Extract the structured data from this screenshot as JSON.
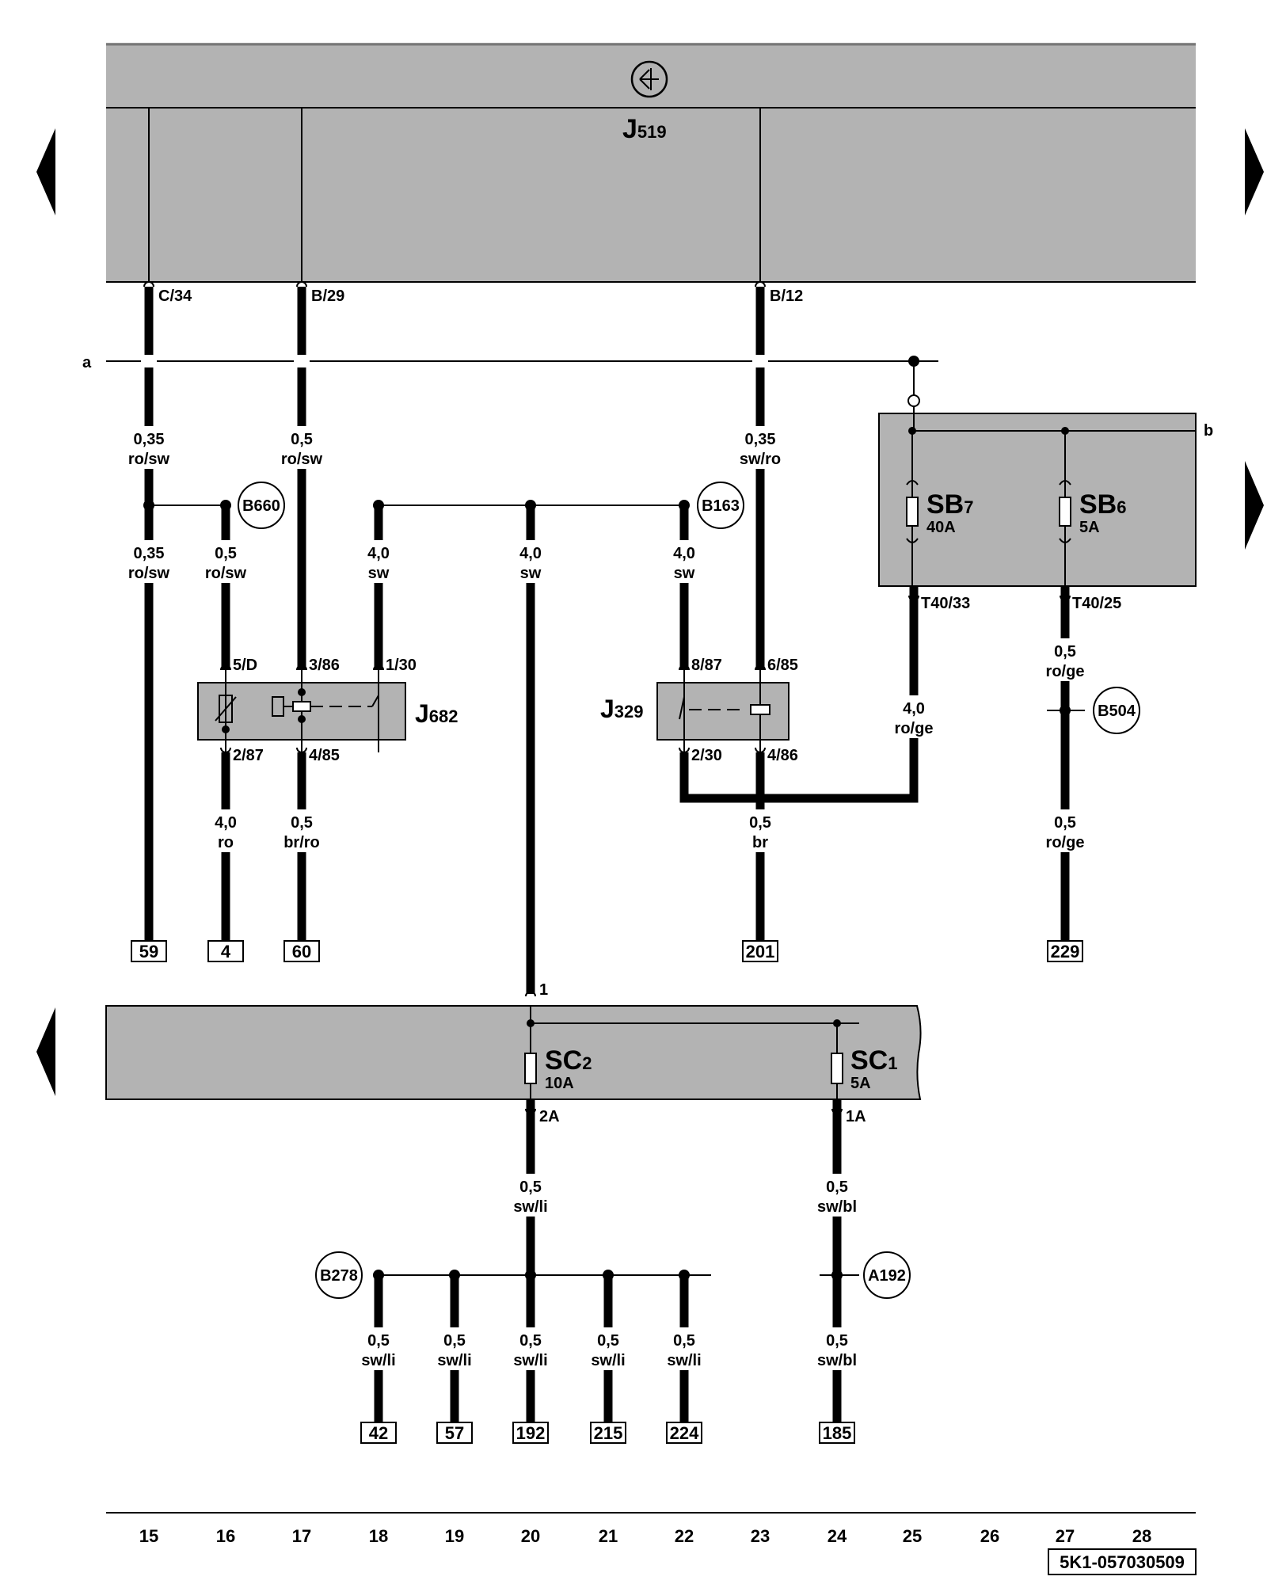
{
  "components": {
    "J519": {
      "letter": "J",
      "sub": "519"
    },
    "J682": {
      "letter": "J",
      "sub": "682"
    },
    "J329": {
      "letter": "J",
      "sub": "329"
    }
  },
  "fuses": {
    "SB7": {
      "letter": "SB",
      "sub": "7",
      "rating": "40A"
    },
    "SB6": {
      "letter": "SB",
      "sub": "6",
      "rating": "5A"
    },
    "SC2": {
      "letter": "SC",
      "sub": "2",
      "rating": "10A"
    },
    "SC1": {
      "letter": "SC",
      "sub": "1",
      "rating": "5A"
    }
  },
  "pins": {
    "c34": "C/34",
    "b29": "B/29",
    "b12": "B/12",
    "p5d": "5/D",
    "p386": "3/86",
    "p130": "1/30",
    "p287": "2/87",
    "p485": "4/85",
    "p887": "8/87",
    "p685": "6/85",
    "p230": "2/30",
    "p486": "4/86",
    "t4033": "T40/33",
    "t4025": "T40/25",
    "sc_in": "1",
    "sc_2a": "2A",
    "sc_1a": "1A"
  },
  "lines": {
    "a": "a",
    "b": "b"
  },
  "splices": {
    "B660": "B660",
    "B163": "B163",
    "B504": "B504",
    "B278": "B278",
    "A192": "A192"
  },
  "wires": [
    {
      "size": "0,35",
      "color": "ro/sw"
    },
    {
      "size": "0,5",
      "color": "ro/sw"
    },
    {
      "size": "0,35",
      "color": "sw/ro"
    },
    {
      "size": "0,35",
      "color": "ro/sw"
    },
    {
      "size": "0,5",
      "color": "ro/sw"
    },
    {
      "size": "4,0",
      "color": "sw"
    },
    {
      "size": "4,0",
      "color": "sw"
    },
    {
      "size": "4,0",
      "color": "sw"
    },
    {
      "size": "0,5",
      "color": "ro/ge"
    },
    {
      "size": "4,0",
      "color": "ro/ge"
    },
    {
      "size": "4,0",
      "color": "ro"
    },
    {
      "size": "0,5",
      "color": "br/ro"
    },
    {
      "size": "0,5",
      "color": "br"
    },
    {
      "size": "0,5",
      "color": "ro/ge"
    },
    {
      "size": "0,5",
      "color": "sw/li"
    },
    {
      "size": "0,5",
      "color": "sw/bl"
    },
    {
      "size": "0,5",
      "color": "sw/li"
    },
    {
      "size": "0,5",
      "color": "sw/li"
    },
    {
      "size": "0,5",
      "color": "sw/li"
    },
    {
      "size": "0,5",
      "color": "sw/li"
    },
    {
      "size": "0,5",
      "color": "sw/li"
    },
    {
      "size": "0,5",
      "color": "sw/bl"
    }
  ],
  "refs": [
    "59",
    "4",
    "60",
    "201",
    "229",
    "42",
    "57",
    "192",
    "215",
    "224",
    "185"
  ],
  "grid_numbers": [
    "15",
    "16",
    "17",
    "18",
    "19",
    "20",
    "21",
    "22",
    "23",
    "24",
    "25",
    "26",
    "27",
    "28"
  ],
  "doc_id": "5K1-057030509",
  "colors": {
    "box_fill": "#b3b3b3",
    "ink": "#000000",
    "background": "#ffffff"
  },
  "icons": {
    "j519_symbol": "ground-symbol-icon",
    "fuse": "fuse-icon",
    "relay": "relay-icon"
  }
}
